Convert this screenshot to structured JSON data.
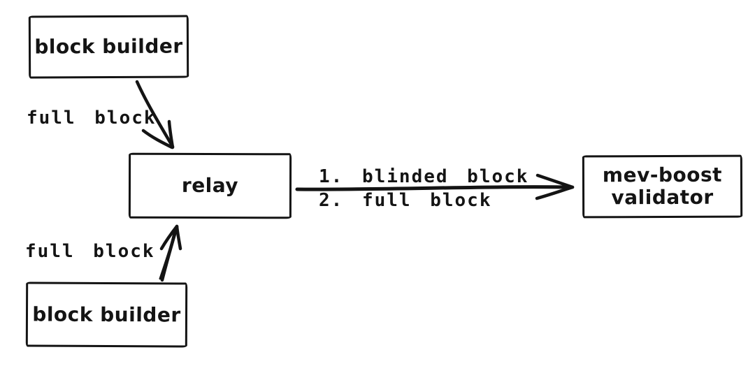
{
  "diagram": {
    "background_color": "#ffffff",
    "ink_color": "#141414",
    "nodes": {
      "block_builder_top": {
        "label": "block builder"
      },
      "relay": {
        "label": "relay"
      },
      "mev_boost_validator": {
        "label_line1": "mev-boost",
        "label_line2": "validator"
      },
      "block_builder_bottom": {
        "label": "block builder"
      }
    },
    "edges": {
      "builder_top_to_relay": {
        "label": "full block"
      },
      "builder_bottom_to_relay": {
        "label": "full block"
      },
      "relay_to_validator": {
        "label_line1": "1. blinded block",
        "label_line2": "2. full block"
      }
    }
  }
}
